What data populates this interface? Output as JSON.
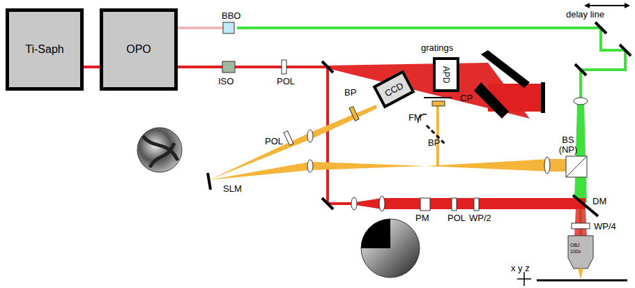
{
  "diagram": {
    "nodes": [
      {
        "text": [
          "Ti-Saph"
        ]
      },
      {
        "text": [
          "OPO"
        ]
      },
      {
        "text": [
          "CCD"
        ]
      },
      {
        "text": [
          "APD"
        ]
      }
    ],
    "edges": [
      {
        "from": 0,
        "to": 1,
        "arrow": "none"
      }
    ],
    "labels": [
      "BBO",
      "delay line",
      "ISO",
      "POL",
      "gratings",
      "BP",
      "POL",
      "SLM",
      "CP",
      "FM",
      "BP",
      "BS (NP)",
      "DM",
      "PM",
      "POL",
      "WP/2",
      "WP/4",
      "OBJ",
      "100x",
      "x y z"
    ]
  }
}
